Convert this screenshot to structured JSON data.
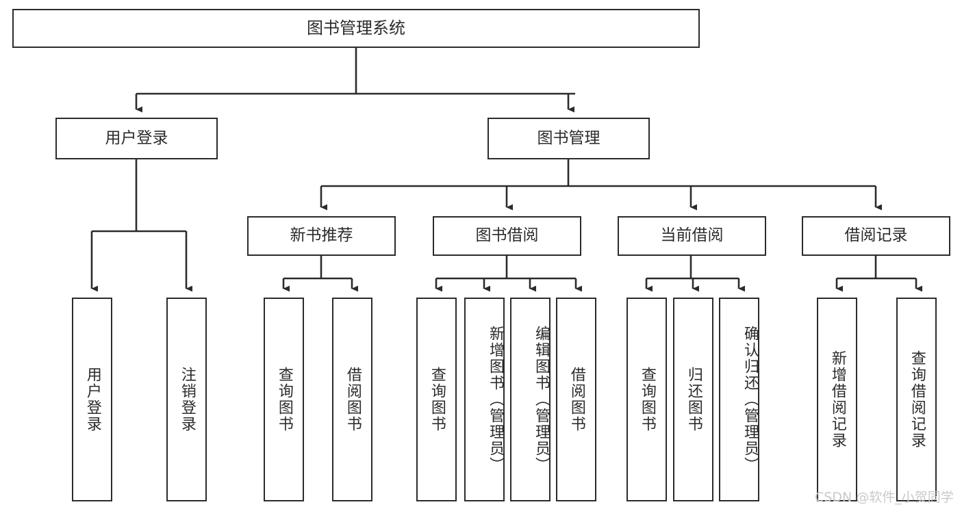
{
  "diagram": {
    "title": "图书管理系统",
    "type": "hierarchy-tree",
    "watermark": "CSDN @软件_小贺同学",
    "colors": {
      "stroke": "#2b2b2b",
      "fill": "#ffffff",
      "text": "#2b2b2b",
      "watermark": "#c9c9c9"
    },
    "nodes": {
      "root": {
        "label": "图书管理系统"
      },
      "level1": [
        {
          "id": "user-login",
          "label": "用户登录"
        },
        {
          "id": "book-manage",
          "label": "图书管理"
        }
      ],
      "level2": [
        {
          "id": "new-book-recommend",
          "label": "新书推荐"
        },
        {
          "id": "book-borrow",
          "label": "图书借阅"
        },
        {
          "id": "current-borrow",
          "label": "当前借阅"
        },
        {
          "id": "borrow-record",
          "label": "借阅记录"
        }
      ],
      "leaves": {
        "user-login": [
          {
            "id": "leaf-user-login",
            "label": "用户登录"
          },
          {
            "id": "leaf-logout-login",
            "label": "注销登录"
          }
        ],
        "new-book-recommend": [
          {
            "id": "leaf-query-book-1",
            "label": "查询图书"
          },
          {
            "id": "leaf-borrow-book-1",
            "label": "借阅图书"
          }
        ],
        "book-borrow": [
          {
            "id": "leaf-query-book-2",
            "label": "查询图书"
          },
          {
            "id": "leaf-add-book-admin",
            "label": "新增图书（管理员）"
          },
          {
            "id": "leaf-edit-book-admin",
            "label": "编辑图书（管理员）"
          },
          {
            "id": "leaf-borrow-book-2",
            "label": "借阅图书"
          }
        ],
        "current-borrow": [
          {
            "id": "leaf-query-book-3",
            "label": "查询图书"
          },
          {
            "id": "leaf-return-book",
            "label": "归还图书"
          },
          {
            "id": "leaf-confirm-return-admin",
            "label": "确认归还（管理员）"
          }
        ],
        "borrow-record": [
          {
            "id": "leaf-add-borrow-record",
            "label": "新增借阅记录"
          },
          {
            "id": "leaf-query-borrow-record",
            "label": "查询借阅记录"
          }
        ]
      }
    }
  }
}
